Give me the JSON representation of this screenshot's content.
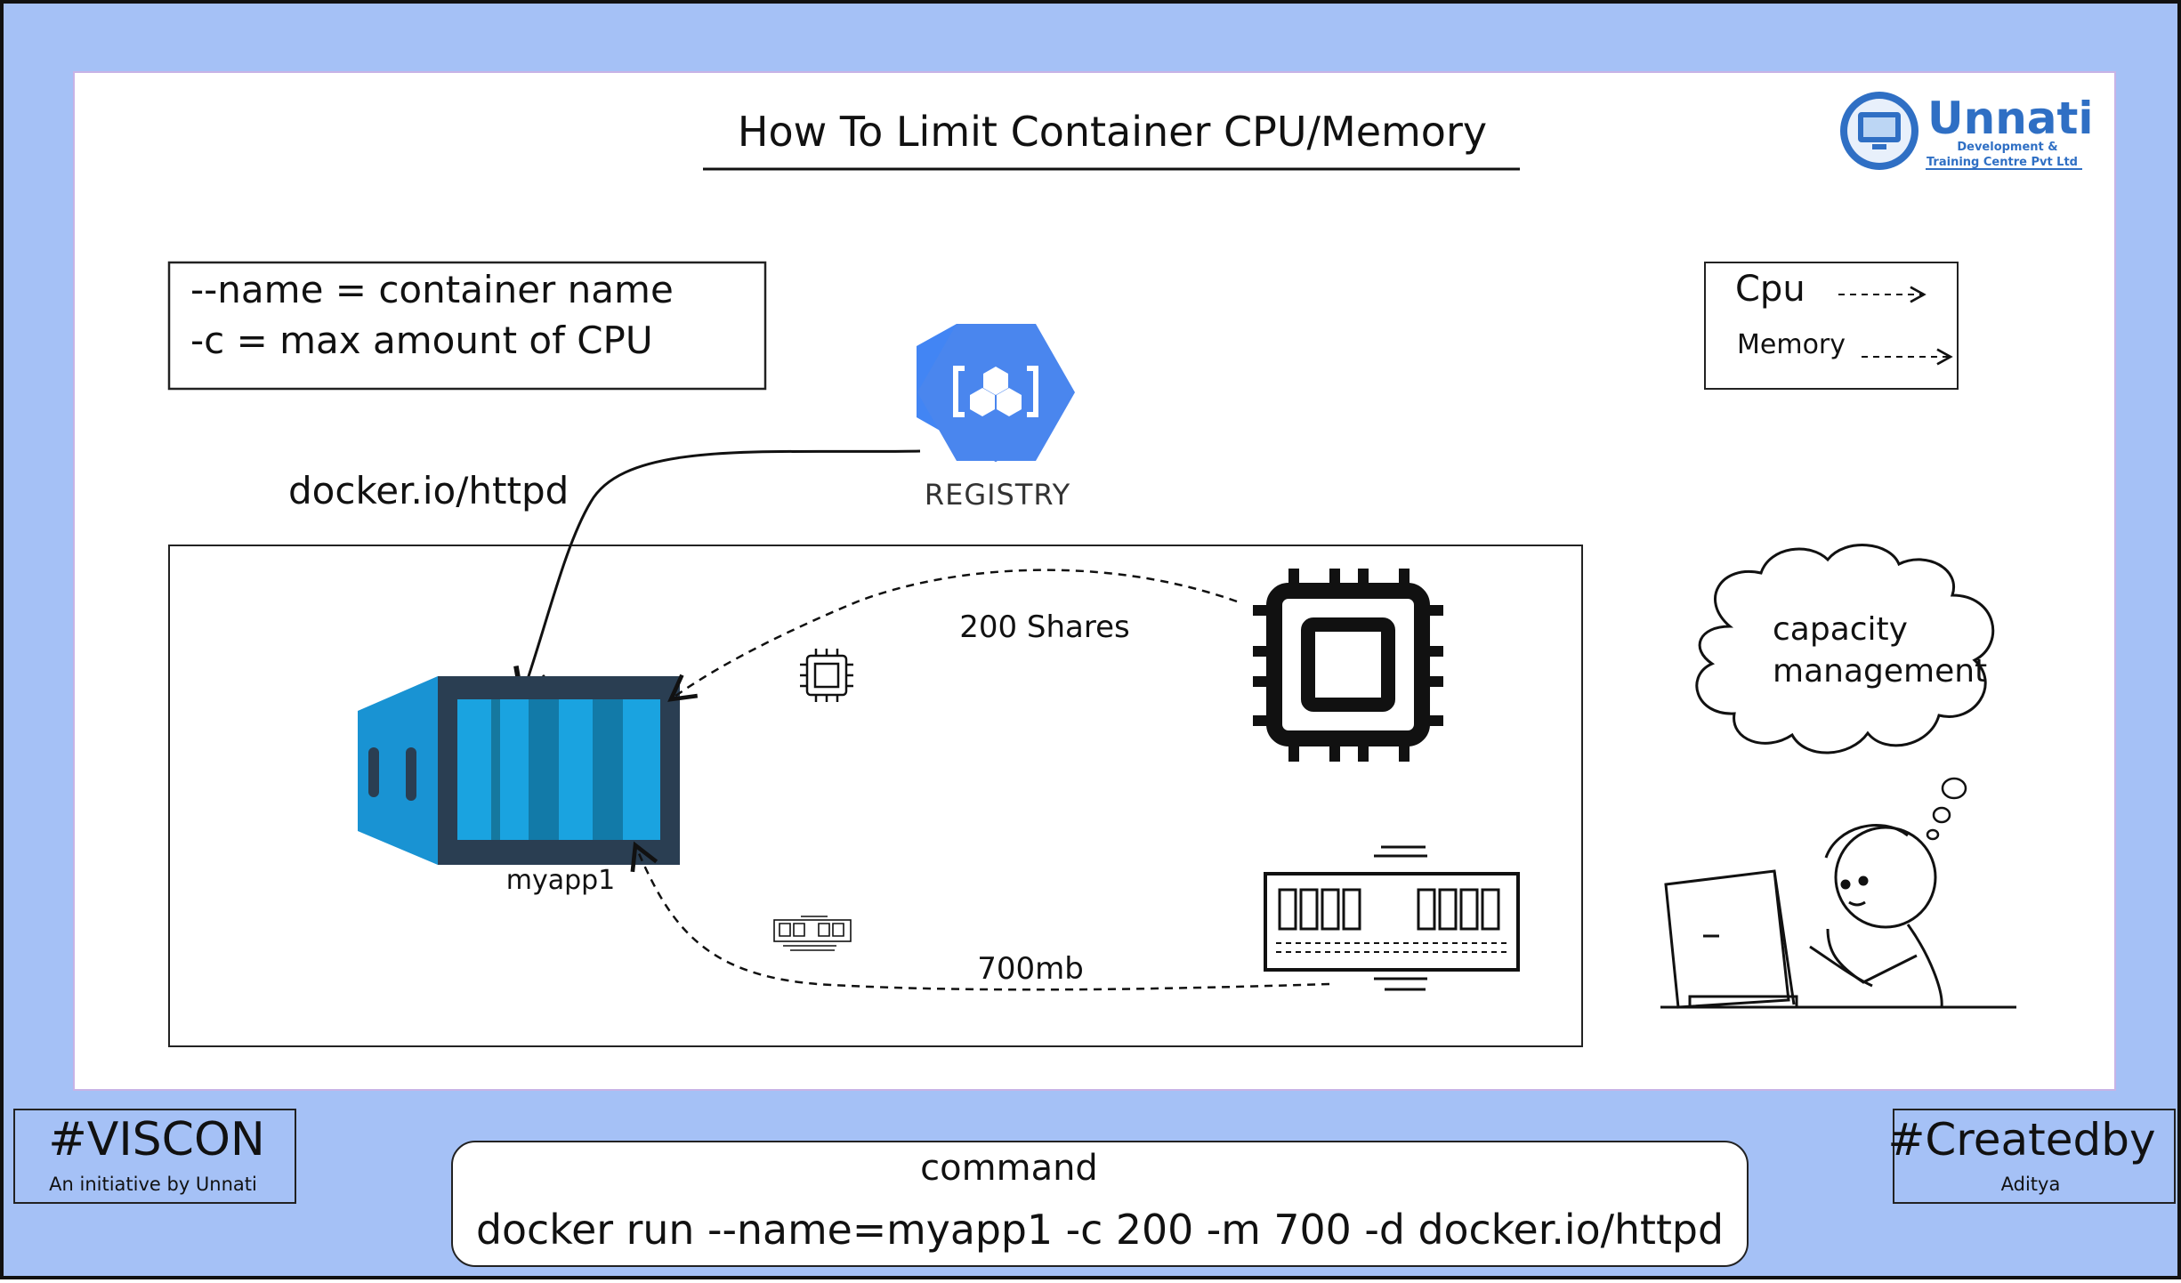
{
  "title": "How To Limit Container CPU/Memory",
  "logo": {
    "name": "Unnati",
    "line1": "Development &",
    "line2": "Training Centre Pvt Ltd",
    "icon": "monitor-logo-icon"
  },
  "notes": {
    "line1": "--name = container name",
    "line2": "-c = max amount of CPU"
  },
  "legend": {
    "cpu": "Cpu",
    "memory": "Memory"
  },
  "registry": {
    "label": "REGISTRY",
    "icon": "registry-hexagon-icon"
  },
  "image_ref": "docker.io/httpd",
  "container": {
    "label": "myapp1",
    "icon": "shipping-container-icon"
  },
  "cpu_link": {
    "label": "200 Shares"
  },
  "memory_link": {
    "label": "700mb"
  },
  "thought": {
    "line1": "capacity",
    "line2": "management"
  },
  "badge_left": {
    "title": "#VISCON",
    "subtitle": "An initiative by Unnati"
  },
  "badge_right": {
    "title": "#Createdby",
    "subtitle": "Aditya"
  },
  "command": {
    "heading": "command",
    "text": "docker run --name=myapp1 -c 200 -m 700 -d docker.io/httpd"
  },
  "colors": {
    "background": "#a5c1f6",
    "registry_blue": "#3b78e7",
    "container_blue": "#1aa3e0",
    "logo_blue": "#2f6fc4"
  }
}
